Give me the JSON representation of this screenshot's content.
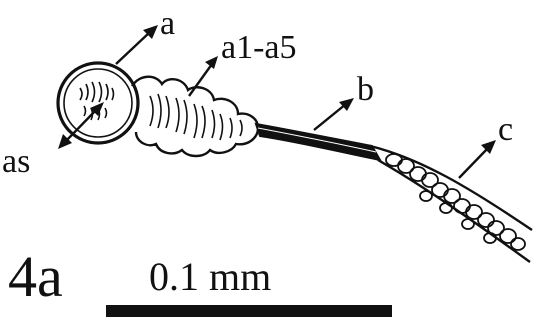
{
  "figure": {
    "panel_label": "4a",
    "scale_label": "0.1 mm",
    "labels": {
      "a": "a",
      "a1_a5": "a1-a5",
      "b": "b",
      "c": "c",
      "as": "as"
    },
    "colors": {
      "ink": "#111111",
      "background": "#ffffff"
    }
  }
}
